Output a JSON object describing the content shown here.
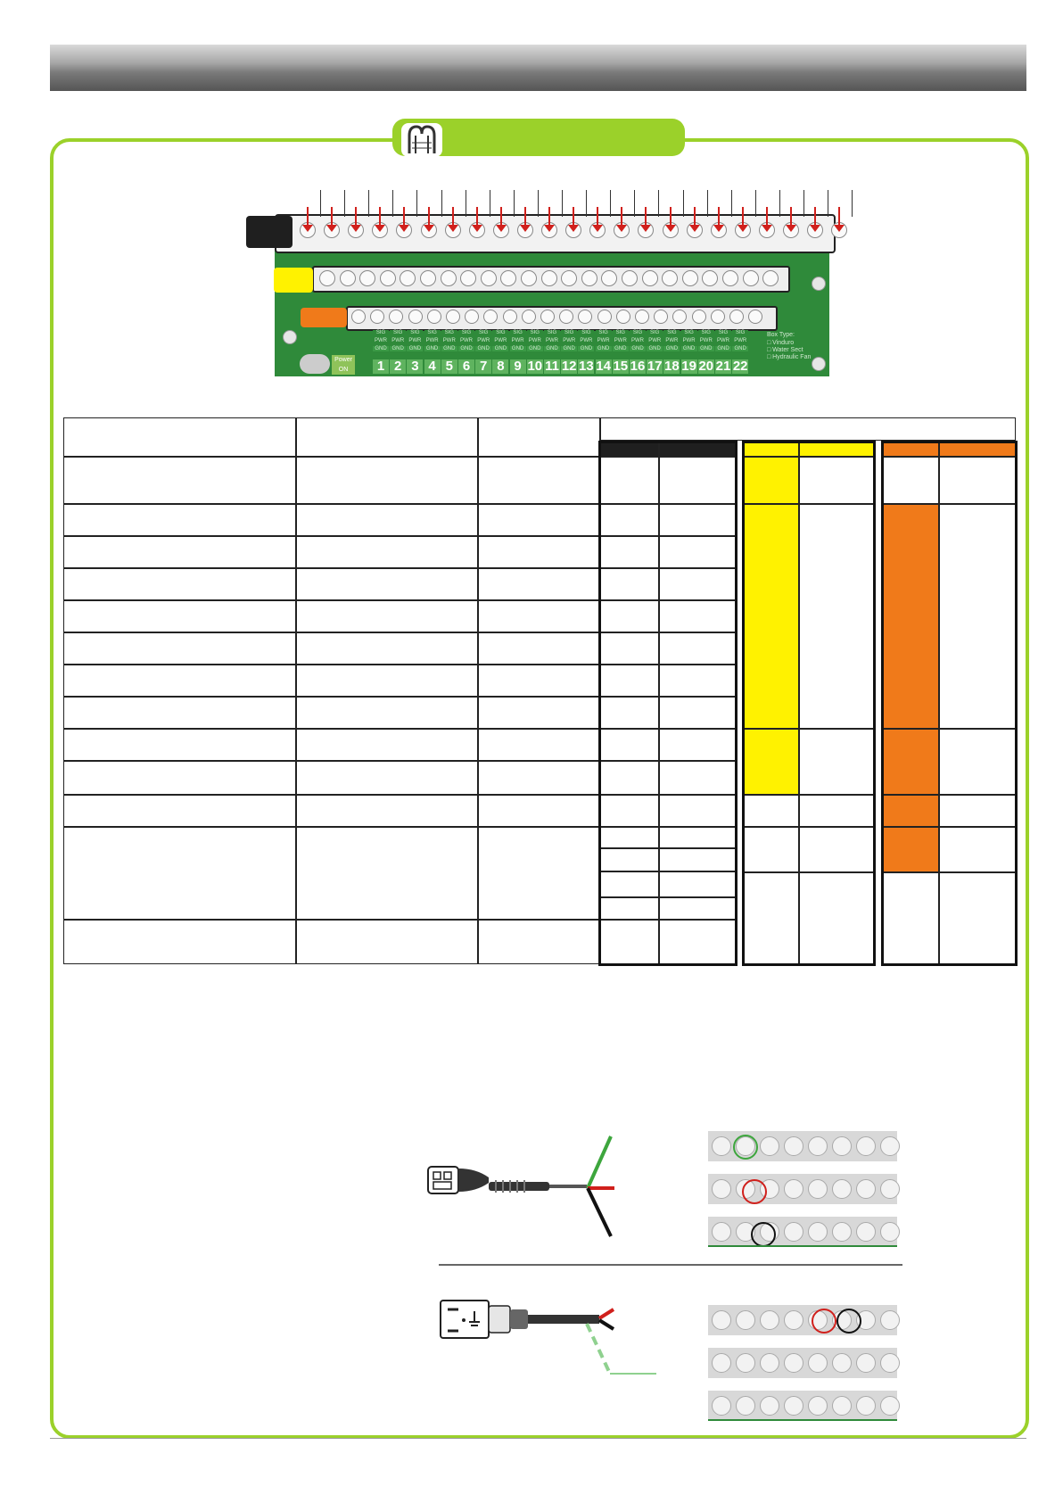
{
  "board": {
    "zone_numbers": [
      "1",
      "2",
      "3",
      "4",
      "5",
      "6",
      "7",
      "8",
      "9",
      "10",
      "11",
      "12",
      "13",
      "14",
      "15",
      "16",
      "17",
      "18",
      "19",
      "20",
      "21",
      "22"
    ],
    "terminal_row_labels": [
      "SIG",
      "PWR",
      "GND"
    ],
    "power_label": "Power ON",
    "box_type_title": "Box Type:",
    "box_type_options": [
      "Vinduro",
      "Water Sect",
      "Hydraulic Fan"
    ]
  },
  "colors": {
    "frame_green": "#9bd12a",
    "terminal_black": "#1f1f1f",
    "terminal_yellow": "#fff200",
    "terminal_orange": "#f07a1a",
    "wire_red": "#d0201c",
    "wire_green": "#3da63d",
    "wire_black": "#111111"
  },
  "icons": {
    "section_icon": "crop-row-icon"
  }
}
